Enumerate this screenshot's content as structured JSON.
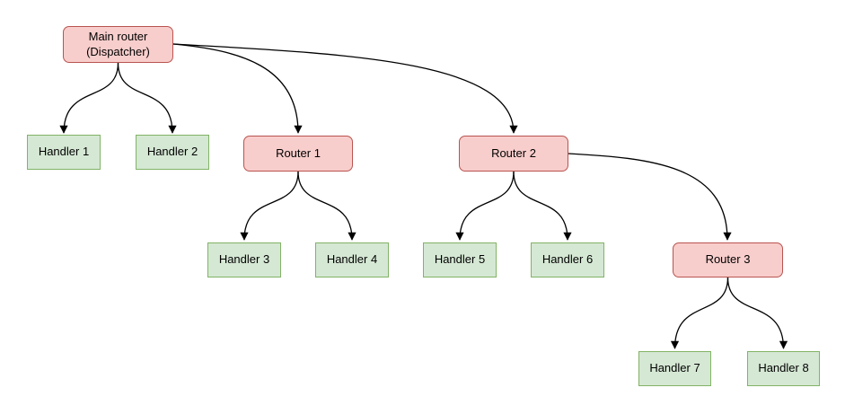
{
  "diagram": {
    "nodes": {
      "main_router": {
        "label": "Main router\n(Dispatcher)",
        "type": "router"
      },
      "handler_1": {
        "label": "Handler 1",
        "type": "handler"
      },
      "handler_2": {
        "label": "Handler 2",
        "type": "handler"
      },
      "router_1": {
        "label": "Router 1",
        "type": "router"
      },
      "router_2": {
        "label": "Router 2",
        "type": "router"
      },
      "handler_3": {
        "label": "Handler 3",
        "type": "handler"
      },
      "handler_4": {
        "label": "Handler 4",
        "type": "handler"
      },
      "handler_5": {
        "label": "Handler 5",
        "type": "handler"
      },
      "handler_6": {
        "label": "Handler 6",
        "type": "handler"
      },
      "router_3": {
        "label": "Router 3",
        "type": "router"
      },
      "handler_7": {
        "label": "Handler 7",
        "type": "handler"
      },
      "handler_8": {
        "label": "Handler 8",
        "type": "handler"
      }
    },
    "edges": [
      {
        "from": "main_router",
        "to": "handler_1"
      },
      {
        "from": "main_router",
        "to": "handler_2"
      },
      {
        "from": "main_router",
        "to": "router_1"
      },
      {
        "from": "main_router",
        "to": "router_2"
      },
      {
        "from": "router_1",
        "to": "handler_3"
      },
      {
        "from": "router_1",
        "to": "handler_4"
      },
      {
        "from": "router_2",
        "to": "handler_5"
      },
      {
        "from": "router_2",
        "to": "handler_6"
      },
      {
        "from": "router_2",
        "to": "router_3"
      },
      {
        "from": "router_3",
        "to": "handler_7"
      },
      {
        "from": "router_3",
        "to": "handler_8"
      }
    ],
    "colors": {
      "router_fill": "#f8cecc",
      "router_border": "#b85450",
      "handler_fill": "#d5e8d4",
      "handler_border": "#82b366",
      "edge": "#000000",
      "background": "#ffffff"
    }
  }
}
